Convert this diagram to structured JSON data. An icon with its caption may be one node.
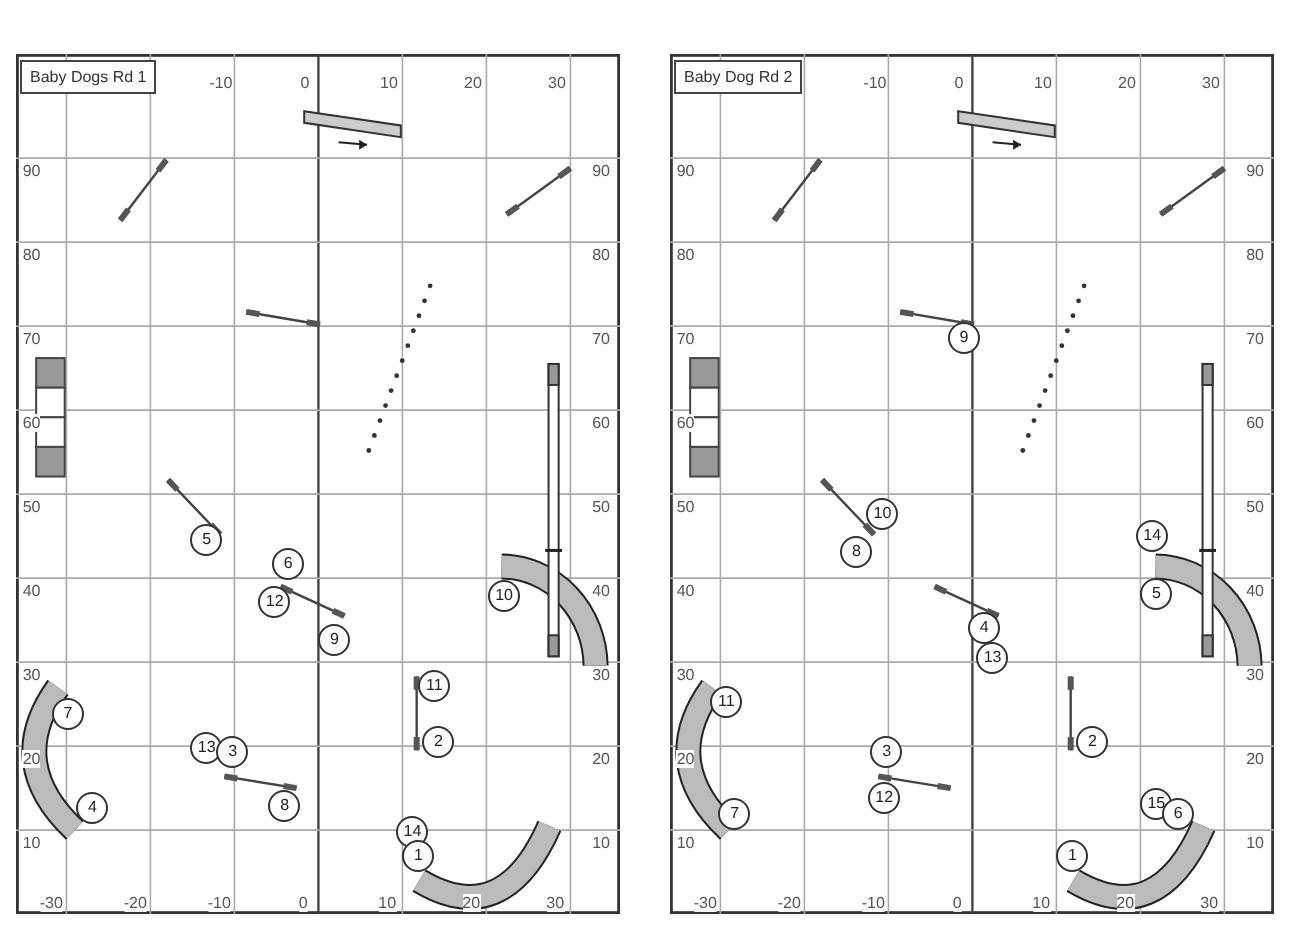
{
  "diagram": {
    "labels": [
      "Baby Dogs Rd 1",
      "-10",
      "0",
      "10",
      "20",
      "30",
      "90",
      "90",
      "80",
      "80",
      "70",
      "70",
      "60",
      "60",
      "50",
      "50",
      "40",
      "40",
      "30",
      "30",
      "20",
      "20",
      "10",
      "10",
      "-30",
      "-20",
      "-10",
      "0",
      "10",
      "20",
      "30",
      "5",
      "6",
      "12",
      "10",
      "9",
      "11",
      "7",
      "2",
      "13",
      "3",
      "4",
      "8",
      "14",
      "1",
      "Baby Dog Rd 2",
      "-10",
      "0",
      "10",
      "20",
      "30",
      "90",
      "90",
      "80",
      "80",
      "70",
      "70",
      "60",
      "60",
      "50",
      "50",
      "40",
      "40",
      "30",
      "30",
      "20",
      "20",
      "10",
      "10",
      "-30",
      "-20",
      "-10",
      "0",
      "10",
      "20",
      "30",
      "9",
      "10",
      "14",
      "8",
      "5",
      "4",
      "13",
      "11",
      "3",
      "2",
      "12",
      "15",
      "7",
      "6",
      "1"
    ]
  }
}
